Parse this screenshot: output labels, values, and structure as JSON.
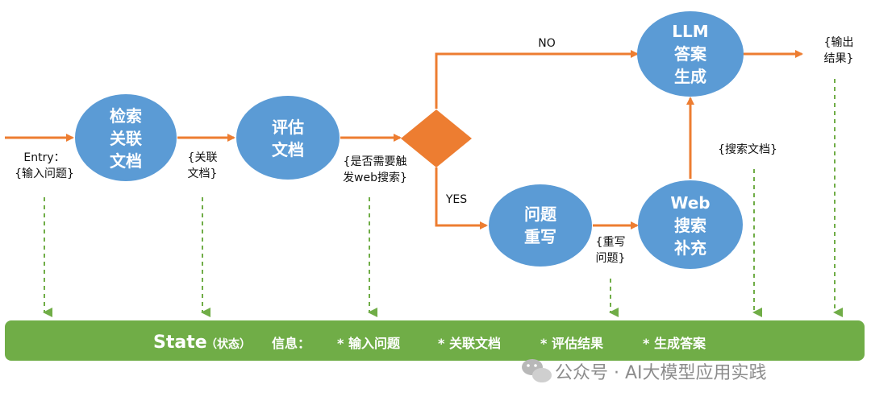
{
  "colors": {
    "node": "#5b9bd5",
    "arrow": "#ed7d31",
    "decision": "#ed7d31",
    "state_bar": "#70ad47",
    "dashed": "#70ad47"
  },
  "nodes": {
    "retrieve": [
      "检索",
      "关联",
      "文档"
    ],
    "evaluate": [
      "评估",
      "文档"
    ],
    "rewrite": [
      "问题",
      "重写"
    ],
    "web_search": [
      "Web",
      "搜索",
      "补充"
    ],
    "generate": [
      "LLM",
      "答案",
      "生成"
    ]
  },
  "labels": {
    "entry": [
      "Entry：",
      "{输入问题}"
    ],
    "docs": [
      "{关联",
      "文档}"
    ],
    "need_web": [
      "{是否需要触",
      "发web搜索}"
    ],
    "no": "NO",
    "yes": "YES",
    "rewritten": [
      "{重写",
      "问题}"
    ],
    "searched": "{搜索文档}",
    "output": [
      "{输出",
      "结果}"
    ]
  },
  "state": {
    "title": "State",
    "paren": "（状态）",
    "info": "信息：",
    "items": [
      "* 输入问题",
      "* 关联文档",
      "* 评估结果",
      "* 生成答案"
    ]
  },
  "watermark": {
    "icon": "wechat-icon",
    "text": "公众号 · AI大模型应用实践"
  }
}
